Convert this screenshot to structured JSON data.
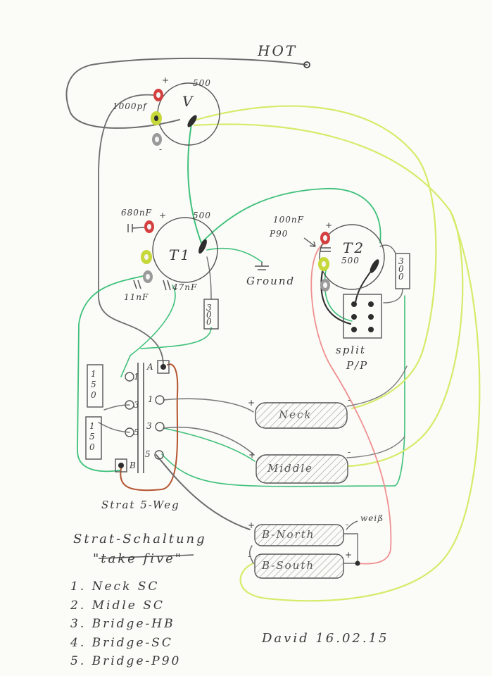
{
  "labels": {
    "hot": "HOT",
    "pot_volume_value": "500",
    "pot_volume_letter": "V",
    "cap_volume": "1000pf",
    "pot_t1_value": "500",
    "pot_t1_letter": "T1",
    "cap_t1_top": "680nF",
    "cap_t1_left": "11nF",
    "cap_t1_right": "47nF",
    "resistor_t1": "300",
    "ground": "Ground",
    "cap_t2": "100nF",
    "p90_note": "P90",
    "pot_t2_letter": "T2",
    "pot_t2_value": "500",
    "resistor_t2": "300",
    "split_line1": "split",
    "split_line2": "P/P",
    "switch_res_top": "150",
    "switch_res_bottom": "150",
    "switch_label": "Strat 5-Weg",
    "switch_a": "A",
    "switch_b": "B",
    "sw_left_1": "1",
    "sw_left_3": "3",
    "sw_left_5": "5",
    "sw_right_1": "1",
    "sw_right_3": "3",
    "sw_right_5": "5",
    "plus": "+",
    "minus": "-",
    "weiss": "weiß",
    "date": "David 16.02.15"
  },
  "pickups": {
    "neck": "Neck",
    "middle": "Middle",
    "north": "B-North",
    "south": "B-South"
  },
  "title": {
    "line1": "Strat-Schaltung",
    "line2": "\"take five\""
  },
  "legend": [
    "1. Neck SC",
    "2. Midle SC",
    "3. Bridge-HB",
    "4. Bridge-SC",
    "5. Bridge-P90"
  ],
  "colors": {
    "pencil": "#555555",
    "green_wire": "#3ec17a",
    "yellow_wire": "#d5ec6a",
    "red_wire": "#ef8f8f",
    "brown_wire": "#b5542e",
    "cap_red": "#d4403f",
    "cap_yellow": "#c6d83a"
  }
}
